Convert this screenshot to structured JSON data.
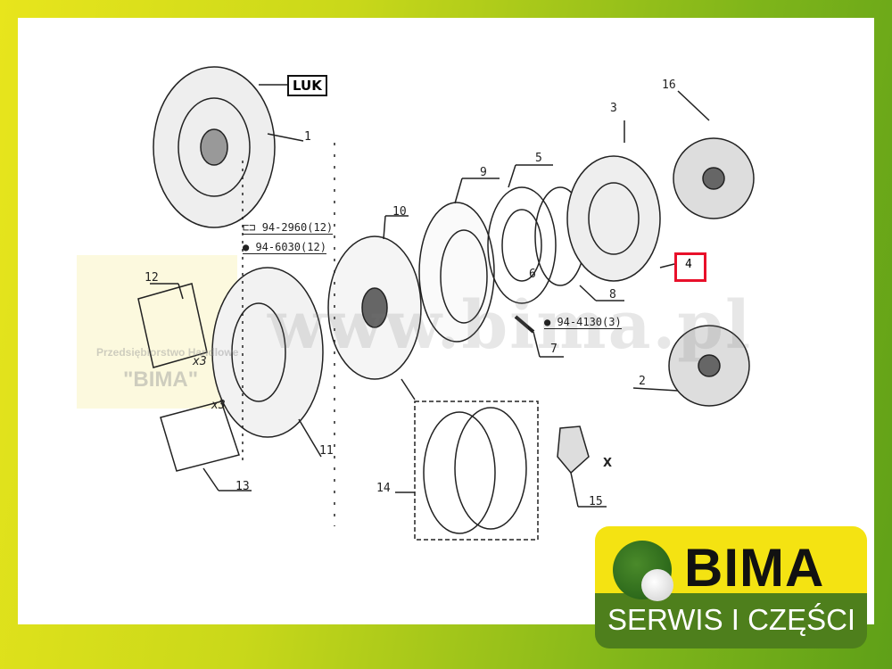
{
  "diagram": {
    "brand_label": "LUK",
    "part_numbers": [
      "1",
      "2",
      "3",
      "4",
      "5",
      "6",
      "7",
      "8",
      "9",
      "10",
      "11",
      "12",
      "13",
      "14",
      "15",
      "16"
    ],
    "highlighted_part": "4",
    "fastener_refs": {
      "bolt": "94-2960(12)",
      "washer": "94-6030(12)",
      "nut": "94-4130(3)"
    },
    "multipliers": {
      "x3_a": "x3",
      "x3_b": "x3"
    },
    "dimension_marker": "X"
  },
  "watermark": {
    "company": "Przedsiębiorstwo Handlowe",
    "name": "\"BIMA\"",
    "url": "www.bima.pl"
  },
  "logo": {
    "name": "BIMA",
    "tagline": "SERWIS I CZĘŚCI",
    "colors": {
      "yellow": "#f4e312",
      "green": "#4e7f1c"
    }
  },
  "accent": "#e8102a"
}
